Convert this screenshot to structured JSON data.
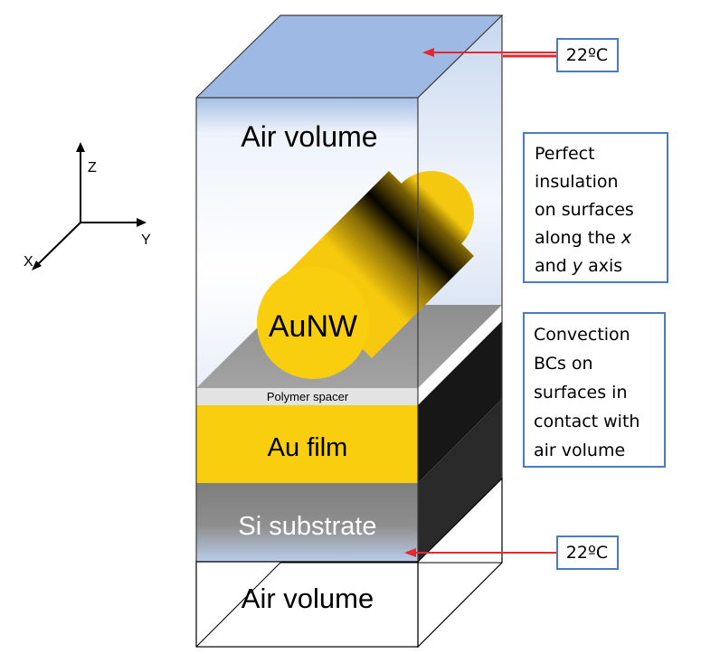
{
  "axes": {
    "z": "Z",
    "y": "Y",
    "x": "X"
  },
  "layers": {
    "air_top": "Air volume",
    "spacer": "Polymer spacer",
    "au_film": "Au film",
    "si_substrate": "Si substrate",
    "air_bottom": "Air volume"
  },
  "nanowire_label": "AuNW",
  "temperatures": {
    "top": "22ºC",
    "bottom": "22ºC"
  },
  "notes": {
    "insulation": {
      "lines": [
        {
          "text": "Perfect"
        },
        {
          "text": "insulation"
        },
        {
          "text": "on surfaces"
        },
        {
          "text": "along the ",
          "em": "x"
        },
        {
          "text": "and ",
          "em": "y",
          "tail": " axis"
        }
      ]
    },
    "convection": {
      "lines": [
        "Convection",
        "BCs on",
        "surfaces in",
        "contact with",
        "air volume"
      ]
    }
  },
  "colors": {
    "top_face": "#9db9e4",
    "gold": "#f8ce0e",
    "gray_layer": "#7f7f7f",
    "dark_side": "#262626",
    "box_border": "#4a7cc0",
    "arrow": "#e8262d"
  }
}
